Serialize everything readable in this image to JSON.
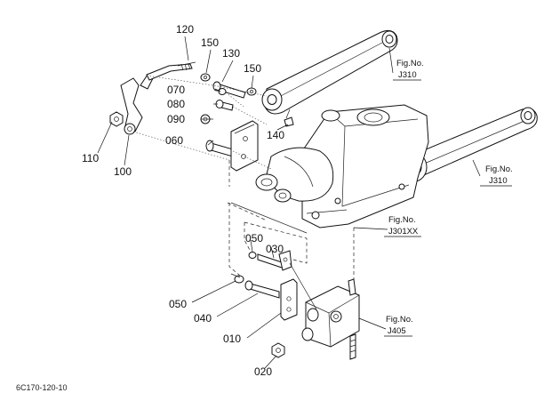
{
  "callouts": [
    {
      "id": "120",
      "text": "120"
    },
    {
      "id": "150a",
      "text": "150"
    },
    {
      "id": "130",
      "text": "130"
    },
    {
      "id": "150b",
      "text": "150"
    },
    {
      "id": "070",
      "text": "070"
    },
    {
      "id": "080",
      "text": "080"
    },
    {
      "id": "090",
      "text": "090"
    },
    {
      "id": "060",
      "text": "060"
    },
    {
      "id": "140",
      "text": "140"
    },
    {
      "id": "110",
      "text": "110"
    },
    {
      "id": "100",
      "text": "100"
    },
    {
      "id": "050a",
      "text": "050"
    },
    {
      "id": "030",
      "text": "030"
    },
    {
      "id": "050b",
      "text": "050"
    },
    {
      "id": "040",
      "text": "040"
    },
    {
      "id": "010",
      "text": "010"
    },
    {
      "id": "020",
      "text": "020"
    }
  ],
  "fig_refs": [
    {
      "id": "j310a",
      "line1": "Fig.No.",
      "line2": "J310"
    },
    {
      "id": "j310b",
      "line1": "Fig.No.",
      "line2": "J310"
    },
    {
      "id": "j301xx",
      "line1": "Fig.No.",
      "line2": "J301XX"
    },
    {
      "id": "j405",
      "line1": "Fig.No.",
      "line2": "J405"
    }
  ],
  "footer_code": "6C170-120-10"
}
